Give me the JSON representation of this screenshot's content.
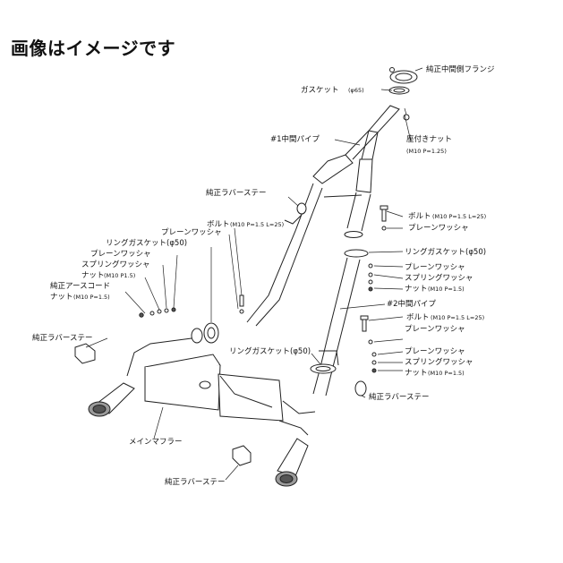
{
  "heading": "画像はイメージです",
  "labels": {
    "flange": "純正中間側フランジ",
    "gasket": "ガスケット",
    "gasket_spec": "(φ65)",
    "seat_nut": "座付きナット",
    "seat_nut_spec": "(M10 P=1.25)",
    "mid_pipe1": "#1中間パイプ",
    "rubber_stay_top": "純正ラバーステー",
    "bolt_left": "ボルト",
    "bolt_left_spec": "(M10 P=1.5 L=25)",
    "plain_washer_left": "プレーンワッシャ",
    "ring_gasket_left": "リングガスケット(φ50)",
    "plain_washer_left2": "プレーンワッシャ",
    "spring_washer_left": "スプリングワッシャ",
    "nut_left": "ナット",
    "nut_left_spec": "(M10 P1.5)",
    "earth_cord": "純正アースコード",
    "nut_left2": "ナット",
    "nut_left2_spec": "(M10 P=1.5)",
    "bolt_right1": "ボルト",
    "bolt_right1_spec": "(M10 P=1.5 L=25)",
    "plain_washer_right1": "プレーンワッシャ",
    "ring_gasket_right": "リングガスケット(φ50)",
    "plain_washer_right2": "プレーンワッシャ",
    "spring_washer_right1": "スプリングワッシャ",
    "nut_right1": "ナット",
    "nut_right1_spec": "(M10 P=1.5)",
    "mid_pipe2": "#2中間パイプ",
    "bolt_right2": "ボルト",
    "bolt_right2_spec": "(M10 P=1.5 L=25)",
    "plain_washer_right3": "プレーンワッシャ",
    "ring_gasket_center": "リングガスケット(φ50)",
    "plain_washer_right4": "プレーンワッシャ",
    "spring_washer_right2": "スプリングワッシャ",
    "nut_right2": "ナット",
    "nut_right2_spec": "(M10 P=1.5)",
    "rubber_stay_left": "純正ラバーステー",
    "rubber_stay_right": "純正ラバーステー",
    "main_muffler": "メインマフラー",
    "rubber_stay_bottom": "純正ラバーステー"
  }
}
